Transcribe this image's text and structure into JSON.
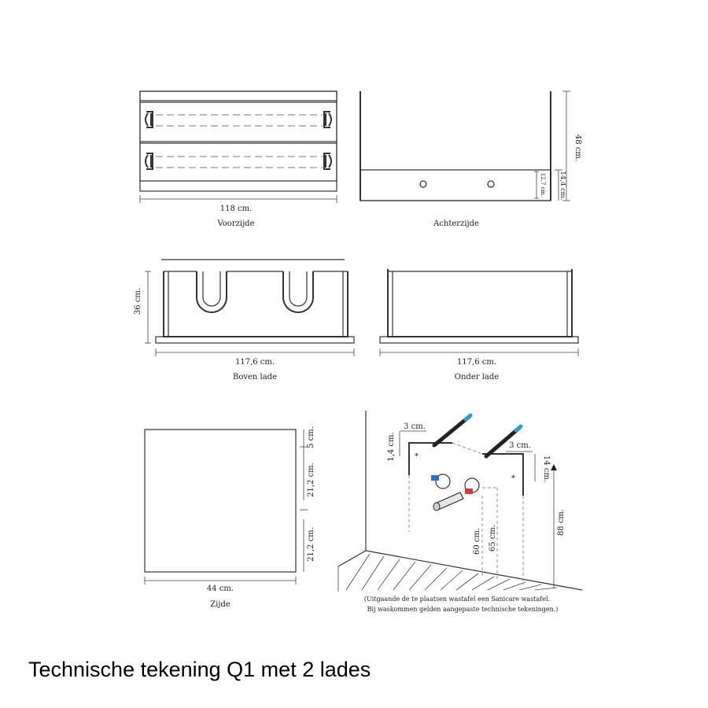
{
  "caption": "Technische tekening Q1 met 2 lades",
  "views": {
    "front": {
      "title": "Voorzijde",
      "width": "118 cm."
    },
    "back": {
      "title": "Achterzijde",
      "height": "48 cm.",
      "sub_height": "14,4 cm.",
      "hole_height": "12,7 cm."
    },
    "top_drawer": {
      "title": "Boven lade",
      "width": "117,6 cm.",
      "depth": "36 cm."
    },
    "bottom_drawer": {
      "title": "Onder lade",
      "width": "117,6 cm."
    },
    "side": {
      "title": "Zijde",
      "width": "44 cm.",
      "dim_top": "5 cm.",
      "dim_mid": "21,2 cm.",
      "dim_bottom": "21,2 cm."
    },
    "installation": {
      "dim_left_offset": "3 cm.",
      "dim_right_offset": "3 cm.",
      "dim_left_drop": "1,4 cm.",
      "dim_right_drop": "14 cm.",
      "height_60": "60 cm.",
      "height_65": "65 cm.",
      "height_88": "88 cm.",
      "note_line1": "(Uitgaande de te plaatsen wastafel een Sanicare wastafel.",
      "note_line2": "Bij waskommen gelden aangepaste technische tekeningen.)"
    }
  }
}
